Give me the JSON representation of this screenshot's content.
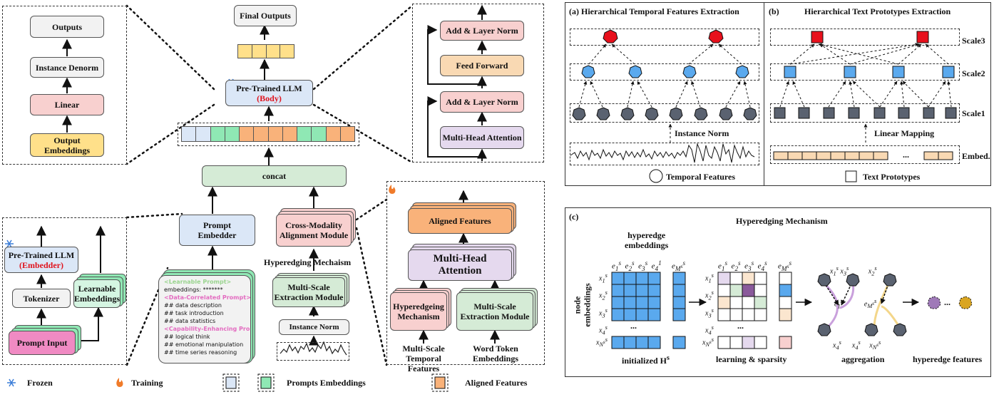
{
  "left": {
    "outputs_top": {
      "outputs": "Outputs",
      "instance_denorm": "Instance Denorm",
      "linear": "Linear",
      "output_embeddings_1": "Output",
      "output_embeddings_2": "Embeddings"
    },
    "embedder_panel": {
      "llm_title": "Pre-Trained LLM",
      "llm_sub": "(Embedder)",
      "tokenizer": "Tokenizer",
      "prompt_input": "Prompt Input",
      "learnable_1": "Learnable",
      "learnable_2": "Embeddings"
    }
  },
  "center": {
    "final_outputs": "Final Outputs",
    "llm_body_title": "Pre-Trained LLM",
    "llm_body_sub": "(Body)",
    "concat": "concat",
    "prompt_embedder_1": "Prompt",
    "prompt_embedder_2": "Embedder",
    "cross_modality_1": "Cross-Modality",
    "cross_modality_2": "Alignment Module",
    "hyperedging_label": "Hyperedging Mechaism",
    "multi_scale_1": "Multi-Scale",
    "multi_scale_2": "Extraction Module",
    "instance_norm": "Instance Norm",
    "prompt_text": [
      {
        "t": "<Learnable Prompt>",
        "c": "pg"
      },
      {
        "t": "embeddings: *******",
        "c": ""
      },
      {
        "t": "<Data-Correlated Prompt>",
        "c": "pk"
      },
      {
        "t": "## data description",
        "c": ""
      },
      {
        "t": "## task introduction",
        "c": ""
      },
      {
        "t": "## data statistics",
        "c": ""
      },
      {
        "t": "<Capability-Enhancing Prompt>",
        "c": "pk"
      },
      {
        "t": "## logical think",
        "c": ""
      },
      {
        "t": "## emotional manipulation",
        "c": ""
      },
      {
        "t": "## time series reasoning",
        "c": ""
      }
    ]
  },
  "transformer": {
    "add_norm_top": "Add & Layer Norm",
    "feed_forward": "Feed Forward",
    "add_norm_bottom": "Add & Layer Norm",
    "mha": "Multi-Head Attention"
  },
  "alignment": {
    "aligned_features": "Aligned Features",
    "mha_1": "Multi-Head",
    "mha_2": "Attention",
    "hyperedgeing_1": "Hyperedgeing",
    "hyperedgeing_2": "Mechanism",
    "ms_1": "Multi-Scale",
    "ms_2": "Extraction Module",
    "bottom_left_1": "Multi-Scale",
    "bottom_left_2": "Temporal Features",
    "bottom_right_1": "Word Token",
    "bottom_right_2": "Embeddings"
  },
  "legend": {
    "frozen": "Frozen",
    "training": "Training",
    "prompts_embeddings": "Prompts Embeddings",
    "aligned_features": "Aligned Features"
  },
  "panel_a": {
    "title": "(a)  Hierarchical Temporal Features Extraction",
    "instance_norm": "Instance Norm",
    "temporal_features": "Temporal Features"
  },
  "panel_b": {
    "title_tag": "(b)",
    "title": "Hierarchical Text Prototypes Extraction",
    "scale3": "Scale3",
    "scale2": "Scale2",
    "scale1": "Scale1",
    "linear_mapping": "Linear Mapping",
    "embed": "Embed.",
    "ellipsis": "...",
    "text_prototypes": "Text Prototypes"
  },
  "panel_c": {
    "tag": "(c)",
    "title": "Hyperedging Mechanism",
    "hyperedge_emb_1": "hyperedge",
    "hyperedge_emb_2": "embeddings",
    "node_emb_1": "node",
    "node_emb_2": "embeddings",
    "initialized": "initialized  H",
    "initialized_sup": "s",
    "learning": "learning & sparsity",
    "aggregation": "aggregation",
    "hyperedge_features": "hyperedge features",
    "dots": "..."
  },
  "colors": {
    "gray_box": "#f2f2f2",
    "pink_box": "#f8d0cf",
    "yellow_box": "#ffe08a",
    "blue_box": "#dbe7f7",
    "green_box": "#d5ebd6",
    "orange_box": "#f9b27a",
    "purple_box": "#e5d9ee",
    "peach_box": "#f9d9b3",
    "magenta_box": "#f08ac3",
    "mint_box": "#8fe8b4",
    "node_red": "#e8101c",
    "node_blue": "#5aa9ee",
    "node_gray": "#5a6270"
  }
}
